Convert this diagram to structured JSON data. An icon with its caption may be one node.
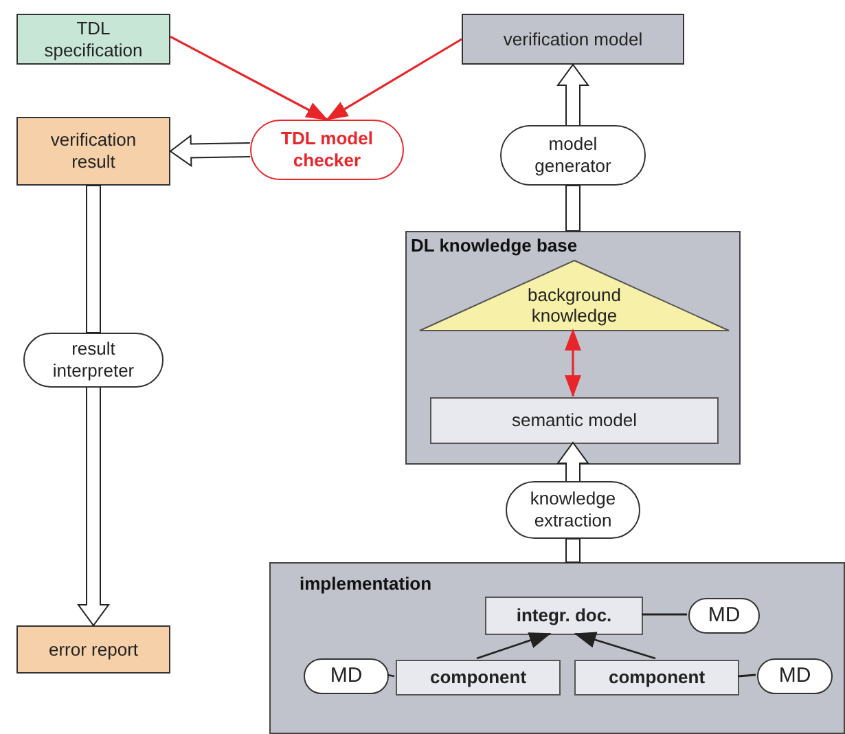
{
  "diagram": {
    "nodes": [
      {
        "text": [
          "TDL specification"
        ]
      },
      {
        "text": [
          "verification model"
        ]
      },
      {
        "text": [
          "TDL model checker"
        ]
      },
      {
        "text": [
          "verification result"
        ]
      },
      {
        "text": [
          "model generator"
        ]
      },
      {
        "text": [
          "result interpreter"
        ]
      },
      {
        "text": [
          "DL knowledge base"
        ]
      },
      {
        "text": [
          "background knowledge"
        ],
        "in": 6
      },
      {
        "text": [
          "semantic model"
        ],
        "in": 6
      },
      {
        "text": [
          "knowledge extraction"
        ]
      },
      {
        "text": [
          "error report"
        ]
      },
      {
        "text": [
          "implementation"
        ]
      },
      {
        "text": [
          "integr. doc."
        ],
        "in": 11
      },
      {
        "text": [
          "MD"
        ],
        "in": 11
      },
      {
        "text": [
          "MD"
        ],
        "in": 11
      },
      {
        "text": [
          "component"
        ],
        "in": 11
      },
      {
        "text": [
          "component"
        ],
        "in": 11
      },
      {
        "text": [
          "MD"
        ],
        "in": 11
      }
    ],
    "edges": [
      {
        "from": 0,
        "to": 2,
        "arrow": "to",
        "color": "#e8262a"
      },
      {
        "from": 1,
        "to": 2,
        "arrow": "to",
        "color": "#e8262a"
      },
      {
        "from": 2,
        "to": 3,
        "arrow": "to",
        "style": "thick"
      },
      {
        "from": 3,
        "to": 5,
        "arrow": "none",
        "style": "thick"
      },
      {
        "from": 5,
        "to": 10,
        "arrow": "to",
        "style": "thick"
      },
      {
        "from": 6,
        "to": 4,
        "arrow": "none",
        "style": "thick"
      },
      {
        "from": 4,
        "to": 1,
        "arrow": "to",
        "style": "thick"
      },
      {
        "from": 11,
        "to": 9,
        "arrow": "none",
        "style": "thick"
      },
      {
        "from": 9,
        "to": 8,
        "arrow": "to",
        "style": "thick"
      },
      {
        "from": 7,
        "to": 8,
        "arrow": "both",
        "color": "#e8262a"
      },
      {
        "from": 12,
        "to": 13,
        "arrow": "none"
      },
      {
        "from": 14,
        "to": 15,
        "arrow": "none"
      },
      {
        "from": 16,
        "to": 17,
        "arrow": "none"
      },
      {
        "from": 15,
        "to": 12,
        "arrow": "to"
      },
      {
        "from": 16,
        "to": 12,
        "arrow": "to"
      }
    ]
  }
}
